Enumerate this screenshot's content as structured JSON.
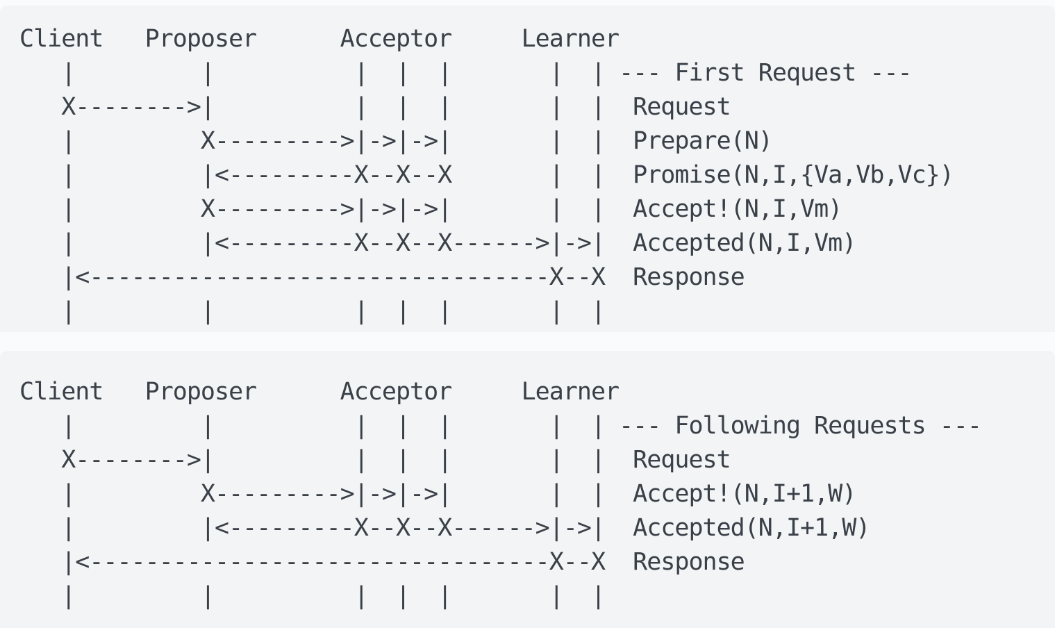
{
  "page": {
    "colors": {
      "page-bg": "#fafbfd",
      "panel-bg": "#f2f4f6",
      "divider": "#eaecef",
      "text": "#3a4047"
    }
  },
  "diagram": {
    "participants": [
      "Client",
      "Proposer",
      "Acceptor",
      "Learner"
    ],
    "blocks": [
      {
        "title": "--- First Request ---",
        "messages": [
          "Request",
          "Prepare(N)",
          "Promise(N,I,{Va,Vb,Vc})",
          "Accept!(N,I,Vm)",
          "Accepted(N,I,Vm)",
          "Response"
        ],
        "ascii": "Client   Proposer      Acceptor     Learner\n   |         |          |  |  |       |  | --- First Request ---\n   X-------->|          |  |  |       |  |  Request\n   |         X--------->|->|->|       |  |  Prepare(N)\n   |         |<---------X--X--X       |  |  Promise(N,I,{Va,Vb,Vc})\n   |         X--------->|->|->|       |  |  Accept!(N,I,Vm)\n   |         |<---------X--X--X------>|->|  Accepted(N,I,Vm)\n   |<---------------------------------X--X  Response\n   |         |          |  |  |       |  |"
      },
      {
        "title": "--- Following Requests ---",
        "messages": [
          "Request",
          "Accept!(N,I+1,W)",
          "Accepted(N,I+1,W)",
          "Response"
        ],
        "ascii": "Client   Proposer      Acceptor     Learner\n   |         |          |  |  |       |  | --- Following Requests ---\n   X-------->|          |  |  |       |  |  Request\n   |         X--------->|->|->|       |  |  Accept!(N,I+1,W)\n   |         |<---------X--X--X------>|->|  Accepted(N,I+1,W)\n   |<---------------------------------X--X  Response\n   |         |          |  |  |       |  |"
      }
    ]
  }
}
